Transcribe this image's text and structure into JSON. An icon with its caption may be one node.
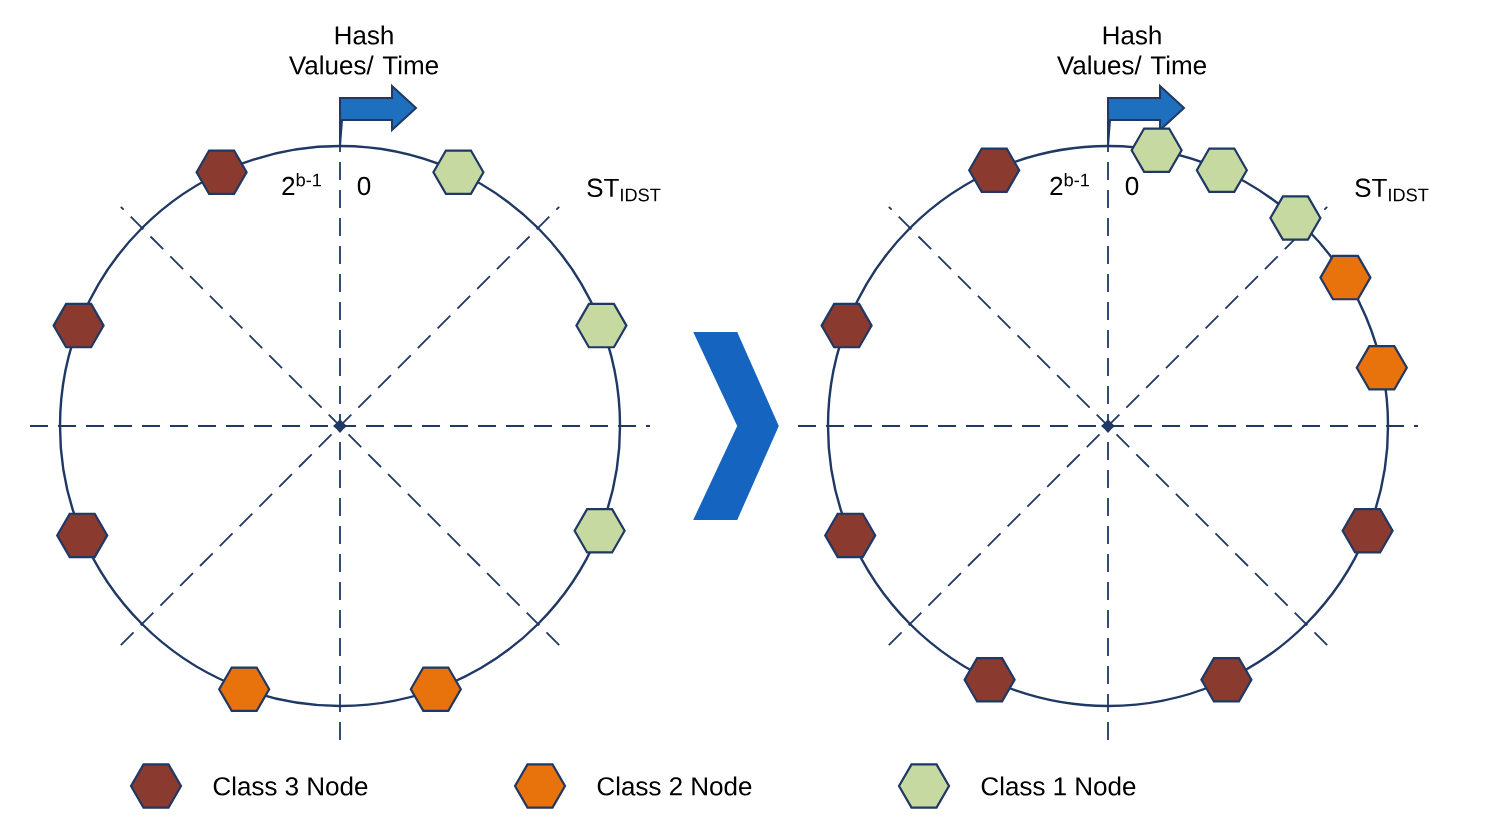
{
  "diagram": {
    "nodes": [
      {
        "text": [],
        "shape": "circle"
      },
      {
        "text": [],
        "shape": "circle"
      }
    ],
    "edges": [
      {
        "from": 0,
        "to": 1,
        "arrow": "to"
      }
    ],
    "labels": [
      "Hash Values/ Time",
      "2$^{b-1}$",
      "0",
      "ST$_{IDST}$",
      "Hash Values/ Time",
      "2$^{b-1}$",
      "0",
      "ST$_{IDST}$"
    ],
    "legend": [
      {
        "text": "Class 3 Node",
        "color": "#8b3a30"
      },
      {
        "text": "Class 2 Node",
        "color": "#e8720c"
      },
      {
        "text": "Class 1 Node",
        "color": "#c5d9a0"
      }
    ]
  }
}
